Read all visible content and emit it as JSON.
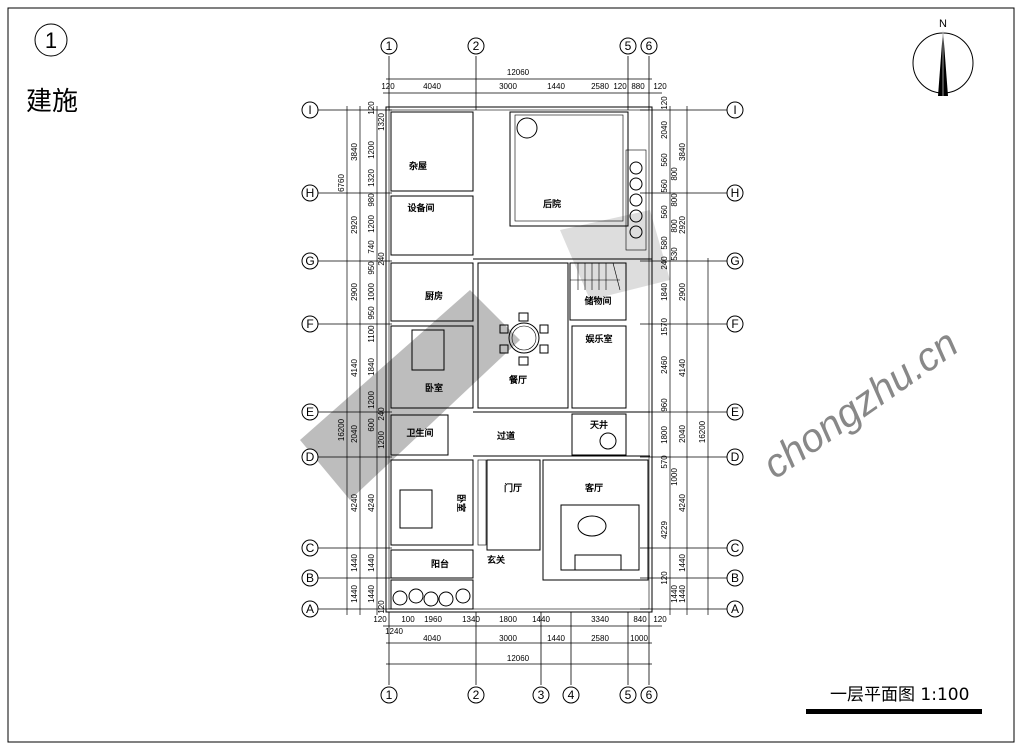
{
  "sheet": {
    "number": "1",
    "label": "建施"
  },
  "north": "N",
  "title": "一层平面图 1:100",
  "watermark": "chongzhu.cn",
  "axes": {
    "columns": [
      "1",
      "2",
      "3",
      "4",
      "5",
      "6"
    ],
    "rows": [
      "I",
      "H",
      "G",
      "F",
      "E",
      "D",
      "C",
      "B",
      "A"
    ]
  },
  "dims": {
    "top_total": "12060",
    "top_segments": [
      "120",
      "4040",
      "3000",
      "1440",
      "2580",
      "120",
      "880",
      "120"
    ],
    "bottom_detail": [
      "120",
      "1240",
      "100",
      "1960",
      "1340",
      "1800",
      "1440",
      "3340",
      "840",
      "120"
    ],
    "bottom_axes": [
      "4040",
      "3000",
      "1440",
      "2580",
      "1000"
    ],
    "bottom_total": "12060",
    "left_outer": [
      "6760",
      "16200"
    ],
    "left_axes": [
      "3840",
      "2920",
      "2900",
      "4140",
      "2040",
      "4240",
      "1440",
      "1440"
    ],
    "left_detail": [
      "120",
      "1320",
      "1200",
      "1320",
      "980",
      "1200",
      "740",
      "240",
      "950",
      "1000",
      "950",
      "1100",
      "1840",
      "1200",
      "240",
      "600",
      "1200",
      "4240",
      "1440",
      "1440",
      "120"
    ],
    "right_detail": [
      "120",
      "2040",
      "560",
      "800",
      "560",
      "800",
      "560",
      "800",
      "580",
      "530",
      "240",
      "1840",
      "1570",
      "2460",
      "960",
      "1800",
      "570",
      "1000",
      "4229",
      "120",
      "1440"
    ],
    "right_axes": [
      "3840",
      "2920",
      "2900",
      "4140",
      "2040",
      "4240",
      "1440",
      "1440"
    ],
    "right_outer": "16200"
  },
  "rooms": {
    "storage": "杂屋",
    "equipment": "设备间",
    "backyard": "后院",
    "kitchen": "厨房",
    "storeroom": "储物间",
    "entertainment": "娱乐室",
    "dining": "餐厅",
    "bedroom1": "卧室",
    "bathroom": "卫生间",
    "corridor": "过道",
    "patio": "天井",
    "foyer": "门厅",
    "living": "客厅",
    "bedroom2": "卧室",
    "balcony": "阳台",
    "entrance": "玄关"
  }
}
